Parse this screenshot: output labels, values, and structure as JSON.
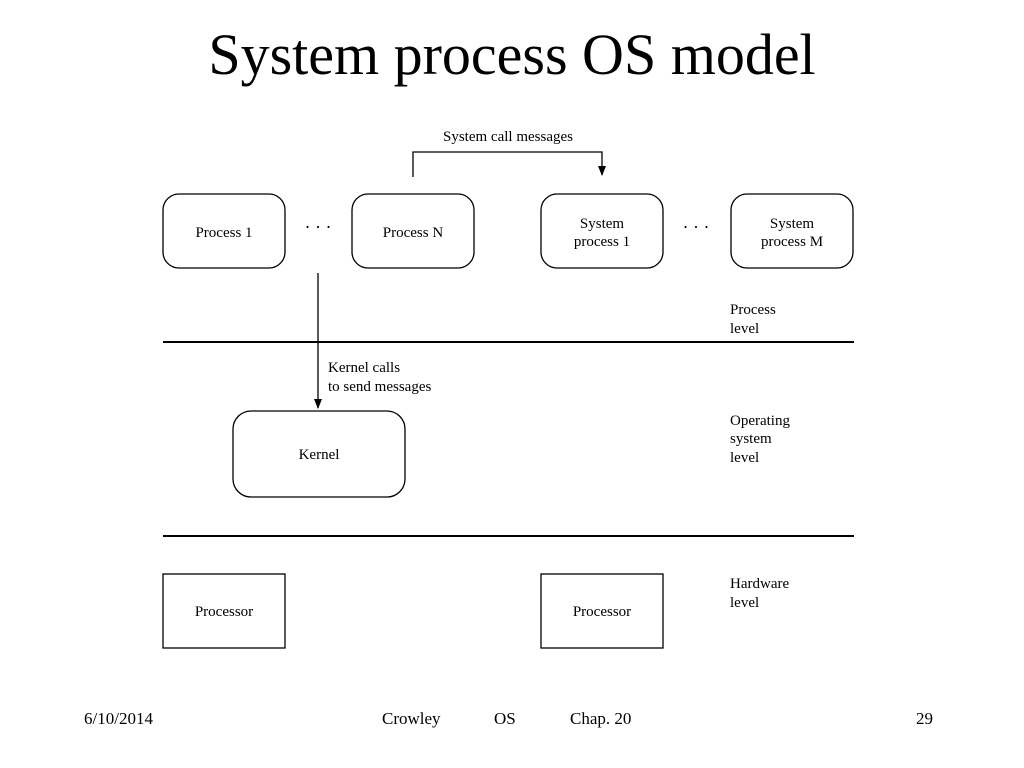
{
  "slide": {
    "title": "System process OS model"
  },
  "diagram": {
    "system_call_label": "System call messages",
    "processes": [
      {
        "lines": [
          "Process 1"
        ]
      },
      {
        "lines": [
          "Process N"
        ]
      },
      {
        "lines": [
          "System",
          "process 1"
        ]
      },
      {
        "lines": [
          "System",
          "process M"
        ]
      }
    ],
    "ellipsis": "· · ·",
    "kernel_calls_label": [
      "Kernel calls",
      "to send messages"
    ],
    "kernel_label": "Kernel",
    "processor_labels": [
      "Processor",
      "Processor"
    ],
    "levels": {
      "process": [
        "Process",
        "level"
      ],
      "os": [
        "Operating",
        "system",
        "level"
      ],
      "hardware": [
        "Hardware",
        "level"
      ]
    }
  },
  "footer": {
    "date": "6/10/2014",
    "author": "Crowley",
    "course": "OS",
    "chapter": "Chap. 20",
    "page": "29"
  }
}
